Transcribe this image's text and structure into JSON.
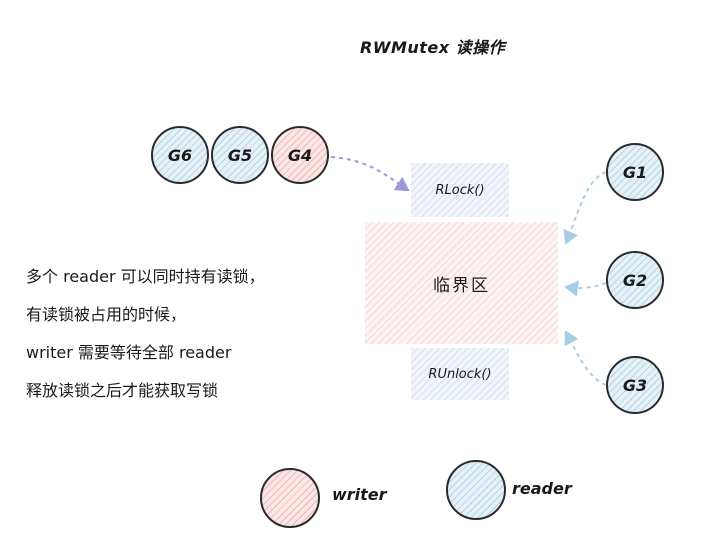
{
  "title": "RWMutex 读操作",
  "goroutines_left": {
    "g6": "G6",
    "g5": "G5",
    "g4": "G4"
  },
  "goroutines_right": {
    "g1": "G1",
    "g2": "G2",
    "g3": "G3"
  },
  "lock_box": "RLock()",
  "critical_section": "临界区",
  "unlock_box": "RUnlock()",
  "description": {
    "line1": "多个 reader 可以同时持有读锁，",
    "line2": "有读锁被占用的时候，",
    "line3": "writer 需要等待全部 reader",
    "line4": "释放读锁之后才能获取写锁"
  },
  "legend": {
    "writer": "writer",
    "reader": "reader"
  },
  "colors": {
    "reader_fill": "#e6f1f7",
    "writer_fill": "#fbe6e6",
    "arrow_left": "#9a9ad8",
    "arrow_right": "#a8cde6"
  }
}
